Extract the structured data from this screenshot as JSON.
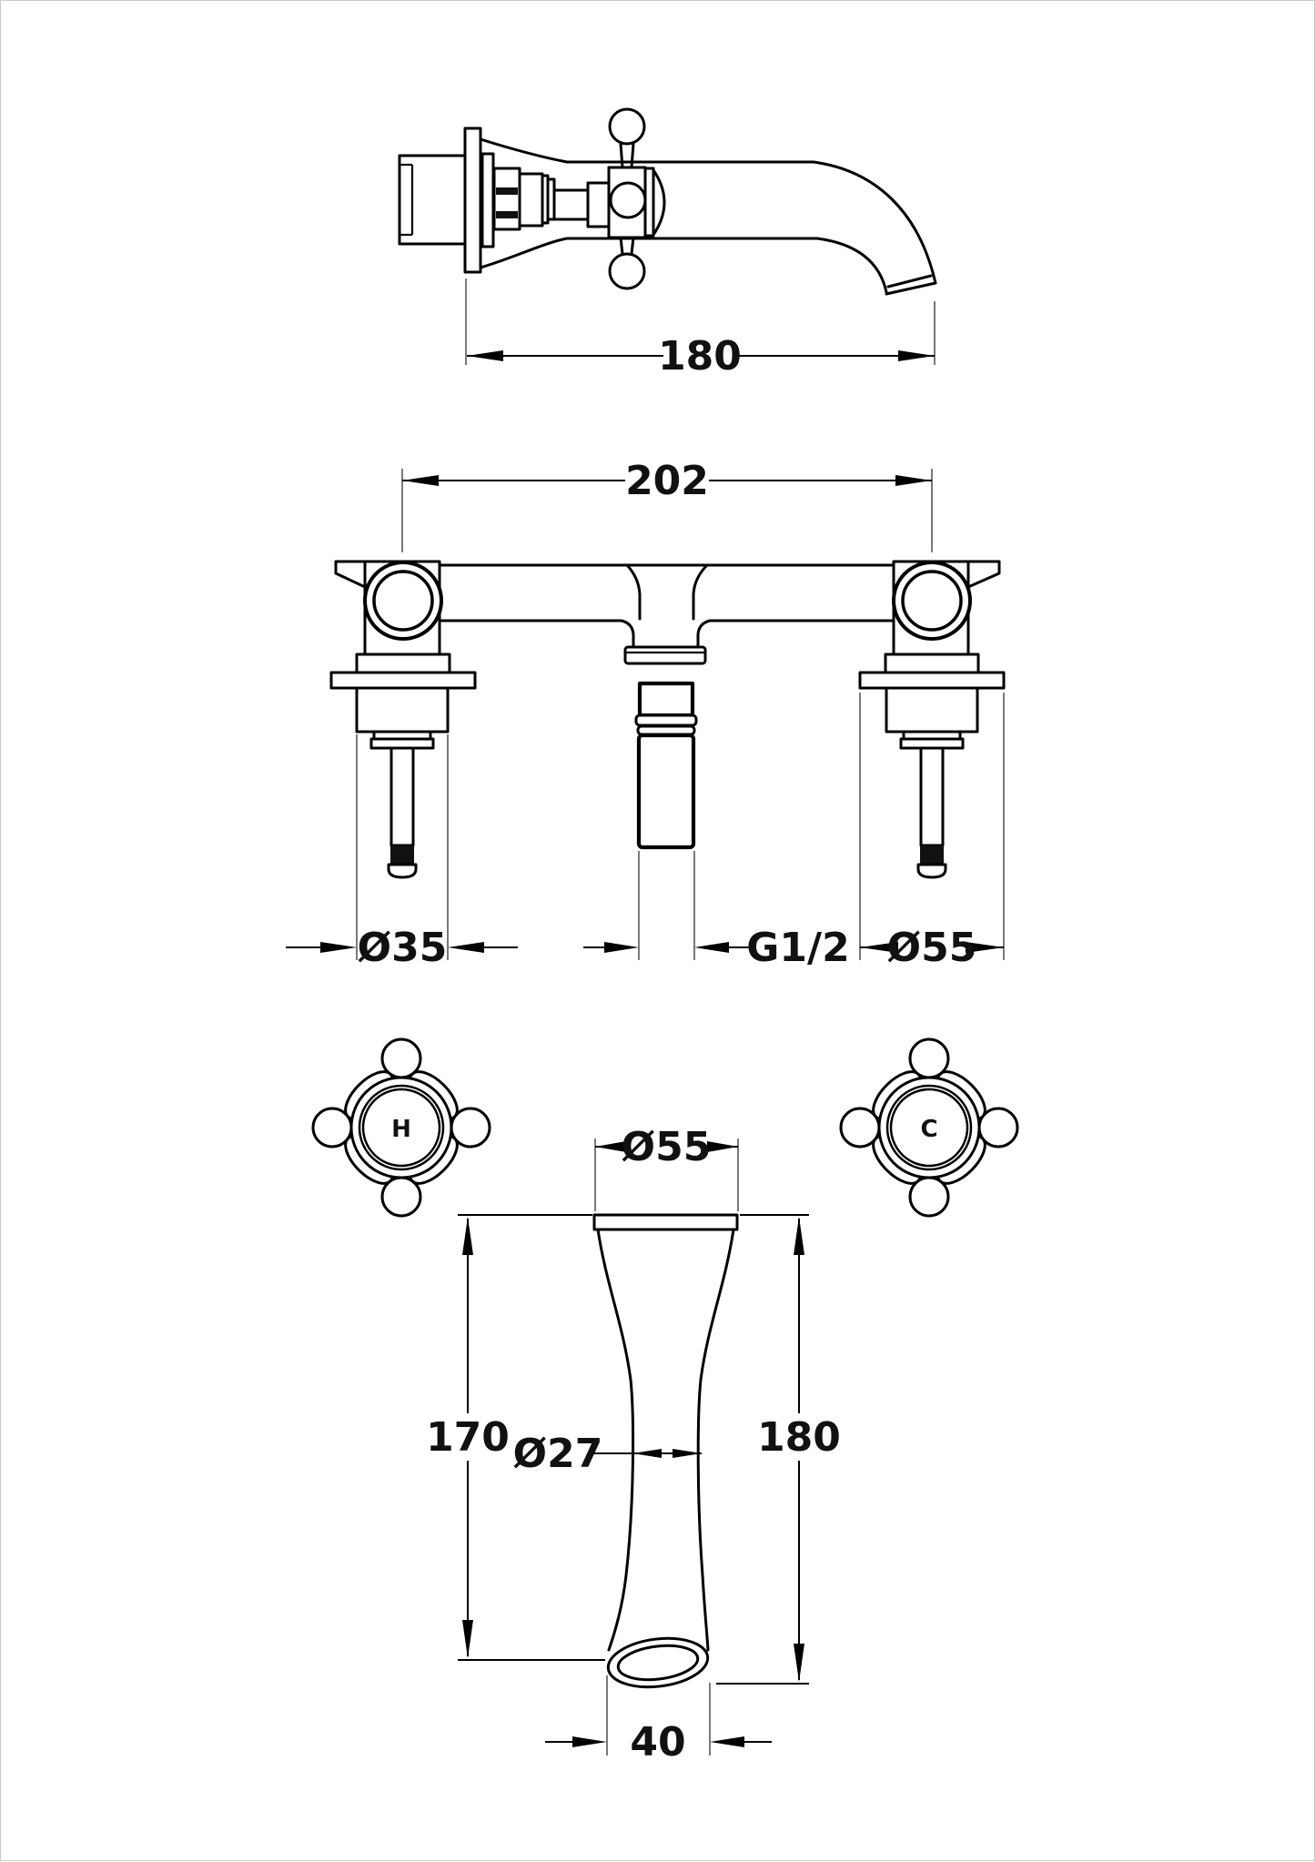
{
  "colors": {
    "background": "#ffffff",
    "line": "#000000",
    "dimension": "#000000",
    "extension": "#7a7a7a"
  },
  "dims": {
    "side_projection": "180",
    "hole_centres": "202",
    "valve_body_diameter": "Ø35",
    "thread": "G1/2",
    "front_flange_diameter": "Ø55",
    "plan_flange_diameter": "Ø55",
    "height_left": "170",
    "spout_tube_diameter": "Ø27",
    "height_right": "180",
    "outlet_width": "40"
  },
  "handles": {
    "hot": "H",
    "cold": "C"
  }
}
